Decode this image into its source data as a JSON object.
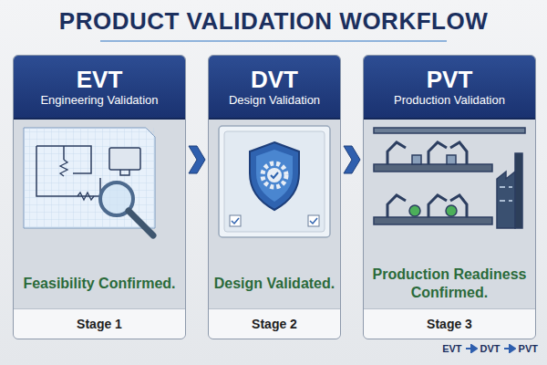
{
  "diagram": {
    "title": "PRODUCT VALIDATION WORKFLOW",
    "nodes": [
      {
        "text": [
          "EVT",
          "Engineering Validation",
          "Feasibility Confirmed.",
          "Stage 1"
        ]
      },
      {
        "text": [
          "DVT",
          "Design Validation",
          "Design Validated.",
          "Stage 2"
        ]
      },
      {
        "text": [
          "PVT",
          "Production Validation",
          "Production Readiness Confirmed.",
          "Stage 3"
        ]
      }
    ],
    "edges": [
      {
        "from": 0,
        "to": 1,
        "arrow": "to"
      },
      {
        "from": 1,
        "to": 2,
        "arrow": "to"
      }
    ],
    "labels": [
      "EVT",
      "DVT",
      "PVT"
    ]
  }
}
